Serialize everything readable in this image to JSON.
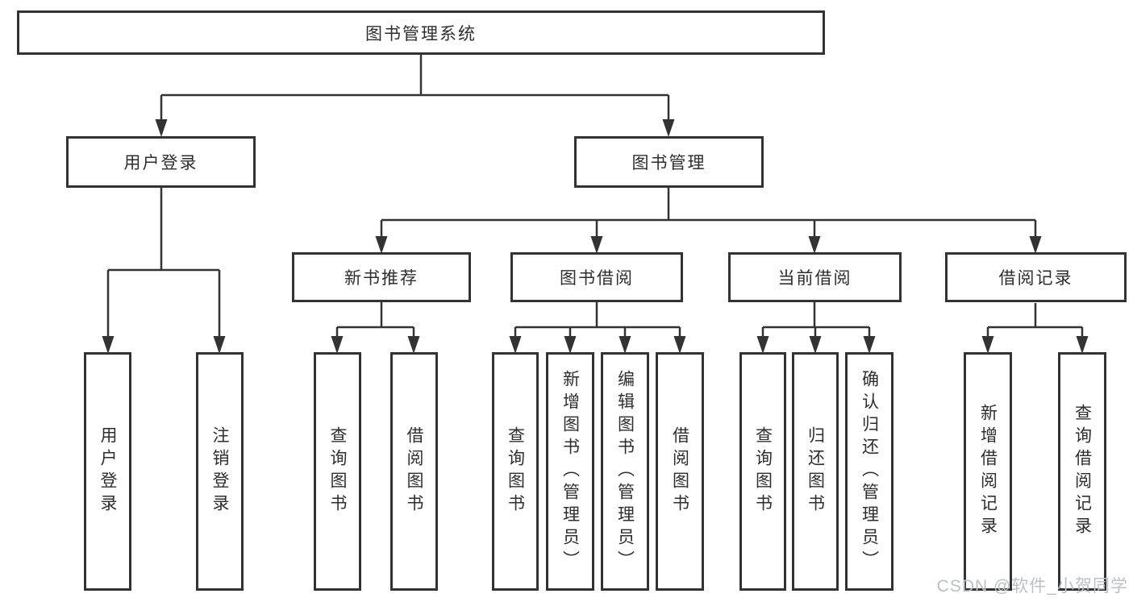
{
  "nodes": {
    "root": {
      "label": "图书管理系统"
    },
    "user_login": {
      "label": "用户登录"
    },
    "book_mgmt": {
      "label": "图书管理"
    },
    "new_book_rec": {
      "label": "新书推荐"
    },
    "book_borrow": {
      "label": "图书借阅"
    },
    "current_borrow": {
      "label": "当前借阅"
    },
    "borrow_records": {
      "label": "借阅记录"
    },
    "leaves": {
      "user_login": {
        "label": "用户登录"
      },
      "logout": {
        "label": "注销登录"
      },
      "query_book_1": {
        "label": "查询图书"
      },
      "borrow_book_1": {
        "label": "借阅图书"
      },
      "query_book_2": {
        "label": "查询图书"
      },
      "add_book_admin": {
        "label": "新增图书（管理员）"
      },
      "edit_book_admin": {
        "label": "编辑图书（管理员）"
      },
      "borrow_book_2": {
        "label": "借阅图书"
      },
      "query_book_3": {
        "label": "查询图书"
      },
      "return_book": {
        "label": "归还图书"
      },
      "confirm_return_admin": {
        "label": "确认归还（管理员）"
      },
      "add_borrow_record": {
        "label": "新增借阅记录"
      },
      "query_borrow_record": {
        "label": "查询借阅记录"
      }
    }
  },
  "edges": [
    {
      "from": "图书管理系统",
      "to": [
        "用户登录",
        "图书管理"
      ]
    },
    {
      "from": "用户登录",
      "to": [
        "用户登录",
        "注销登录"
      ]
    },
    {
      "from": "图书管理",
      "to": [
        "新书推荐",
        "图书借阅",
        "当前借阅",
        "借阅记录"
      ]
    },
    {
      "from": "新书推荐",
      "to": [
        "查询图书",
        "借阅图书"
      ]
    },
    {
      "from": "图书借阅",
      "to": [
        "查询图书",
        "新增图书（管理员）",
        "编辑图书（管理员）",
        "借阅图书"
      ]
    },
    {
      "from": "当前借阅",
      "to": [
        "查询图书",
        "归还图书",
        "确认归还（管理员）"
      ]
    },
    {
      "from": "借阅记录",
      "to": [
        "新增借阅记录",
        "查询借阅记录"
      ]
    }
  ],
  "watermark": {
    "text": "CSDN @软件_小贺同学"
  },
  "colors": {
    "line": "#333333",
    "box_border": "#333333",
    "text": "#2e2e2e",
    "watermark": "#bcc0c4",
    "background": "#ffffff"
  }
}
